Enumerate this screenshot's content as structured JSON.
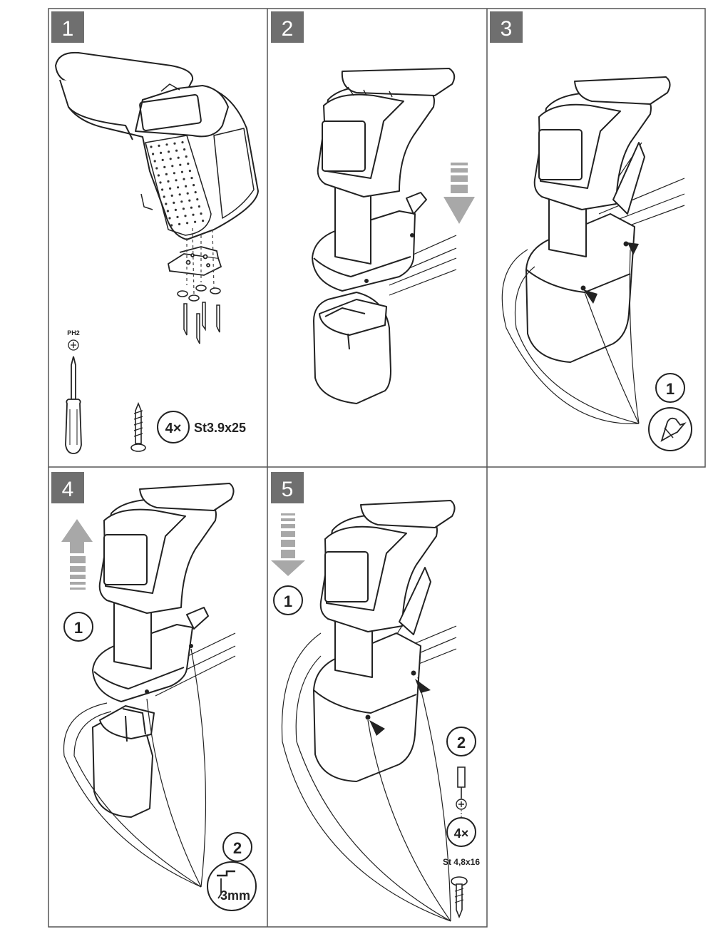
{
  "steps": [
    {
      "number": "1",
      "tool_label": "PH2",
      "screw_count": "4×",
      "screw_spec": "St3.9x25"
    },
    {
      "number": "2"
    },
    {
      "number": "3",
      "substep_1": "1"
    },
    {
      "number": "4",
      "substep_1": "1",
      "substep_2": "2",
      "hole_depth": "3mm"
    },
    {
      "number": "5",
      "substep_1": "1",
      "substep_2": "2",
      "screw_count": "4×",
      "screw_spec": "St 4,8x16"
    }
  ],
  "colors": {
    "badge": "#6f6f6f",
    "badge_text": "#ffffff",
    "arrow": "#a8a8a8",
    "line": "#222222"
  }
}
